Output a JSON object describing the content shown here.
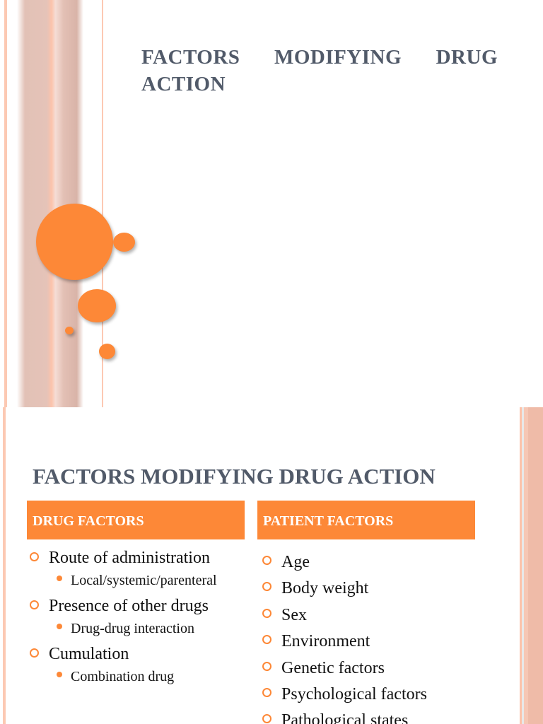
{
  "slide1": {
    "title_words": [
      "FACTORS",
      "MODIFYING",
      "DRUG"
    ],
    "title_line2": "ACTION"
  },
  "slide2": {
    "title": "FACTORS MODIFYING DRUG ACTION",
    "accent_color": "#fd8837",
    "drug_factors": {
      "header": "DRUG FACTORS",
      "items": [
        {
          "label": "Route of administration",
          "sub": "Local/systemic/parenteral"
        },
        {
          "label": "Presence of other drugs",
          "sub": "Drug-drug interaction"
        },
        {
          "label": "Cumulation",
          "sub": "Combination drug"
        }
      ]
    },
    "patient_factors": {
      "header": "PATIENT FACTORS",
      "items": [
        "Age",
        "Body weight",
        "Sex",
        "Environment",
        "Genetic factors",
        "Psychological factors",
        "Pathological states"
      ]
    }
  }
}
